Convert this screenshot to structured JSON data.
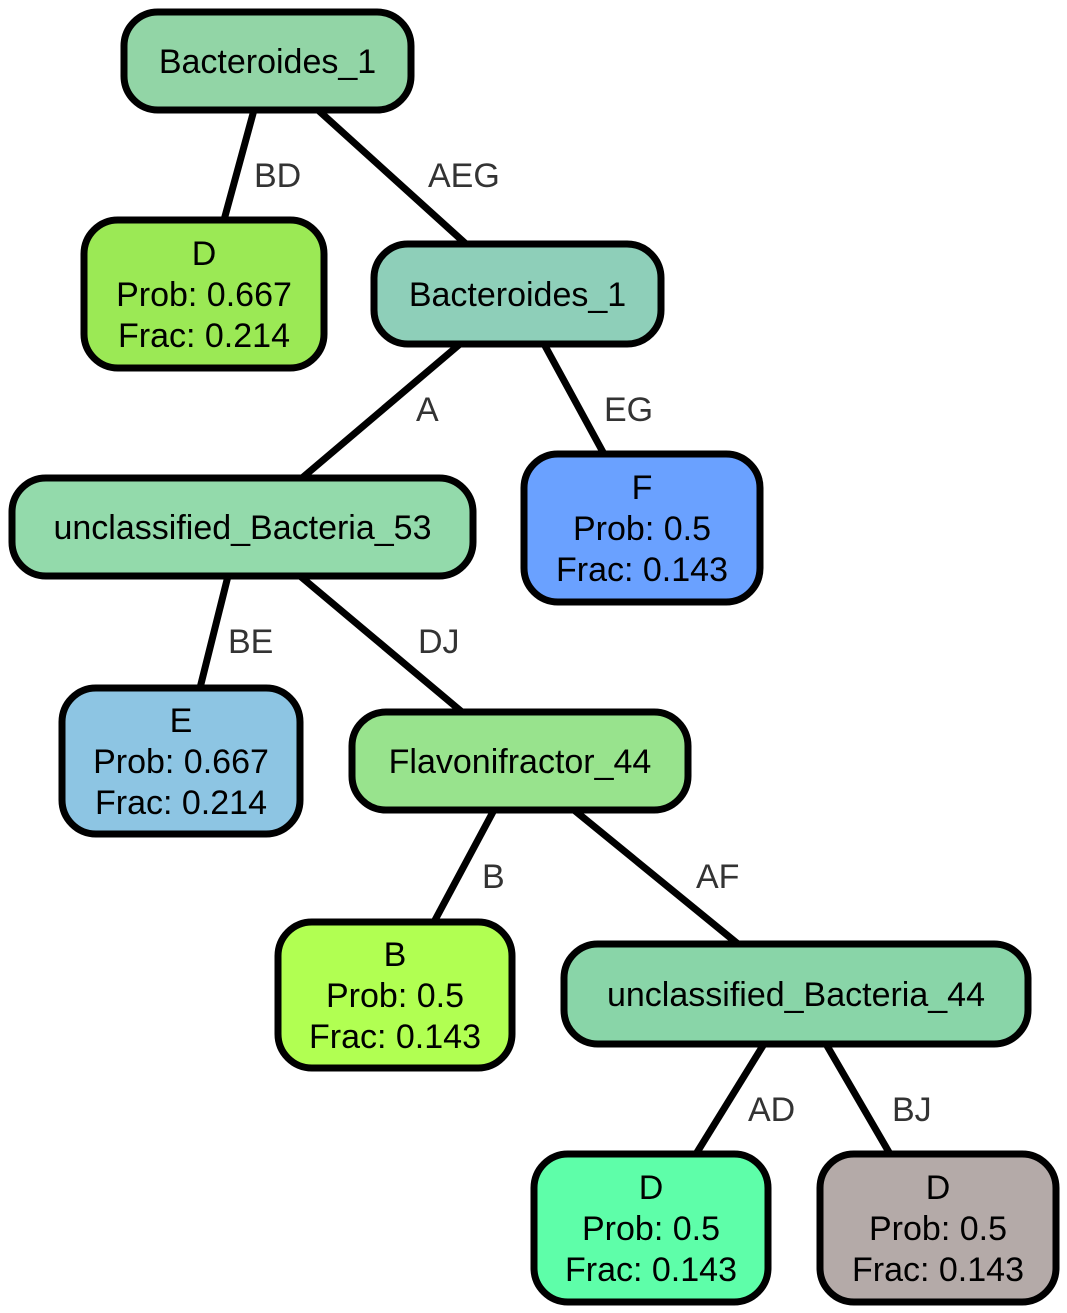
{
  "diagram": {
    "nodes": [
      {
        "id": "n1",
        "lines": [
          "Bacteroides_1"
        ],
        "fill": "#92d5a6"
      },
      {
        "id": "n2",
        "lines": [
          "D",
          "Prob: 0.667",
          "Frac: 0.214"
        ],
        "fill": "#9be955"
      },
      {
        "id": "n3",
        "lines": [
          "Bacteroides_1"
        ],
        "fill": "#8ecfb9"
      },
      {
        "id": "n4",
        "lines": [
          "unclassified_Bacteria_53"
        ],
        "fill": "#93daab"
      },
      {
        "id": "n5",
        "lines": [
          "F",
          "Prob: 0.5",
          "Frac: 0.143"
        ],
        "fill": "#6aa1ff"
      },
      {
        "id": "n6",
        "lines": [
          "E",
          "Prob: 0.667",
          "Frac: 0.214"
        ],
        "fill": "#8dc5e3"
      },
      {
        "id": "n7",
        "lines": [
          "Flavonifractor_44"
        ],
        "fill": "#98e38d"
      },
      {
        "id": "n8",
        "lines": [
          "B",
          "Prob: 0.5",
          "Frac: 0.143"
        ],
        "fill": "#b1ff52"
      },
      {
        "id": "n9",
        "lines": [
          "unclassified_Bacteria_44"
        ],
        "fill": "#89d5a8"
      },
      {
        "id": "n10",
        "lines": [
          "D",
          "Prob: 0.5",
          "Frac: 0.143"
        ],
        "fill": "#5efea9"
      },
      {
        "id": "n11",
        "lines": [
          "D",
          "Prob: 0.5",
          "Frac: 0.143"
        ],
        "fill": "#b4aaa8"
      }
    ],
    "edges": [
      {
        "from": "n1",
        "to": "n2",
        "label": "BD"
      },
      {
        "from": "n1",
        "to": "n3",
        "label": "AEG"
      },
      {
        "from": "n3",
        "to": "n4",
        "label": "A"
      },
      {
        "from": "n3",
        "to": "n5",
        "label": "EG"
      },
      {
        "from": "n4",
        "to": "n6",
        "label": "BE"
      },
      {
        "from": "n4",
        "to": "n7",
        "label": "DJ"
      },
      {
        "from": "n7",
        "to": "n8",
        "label": "B"
      },
      {
        "from": "n7",
        "to": "n9",
        "label": "AF"
      },
      {
        "from": "n9",
        "to": "n10",
        "label": "AD"
      },
      {
        "from": "n9",
        "to": "n11",
        "label": "BJ"
      }
    ]
  }
}
